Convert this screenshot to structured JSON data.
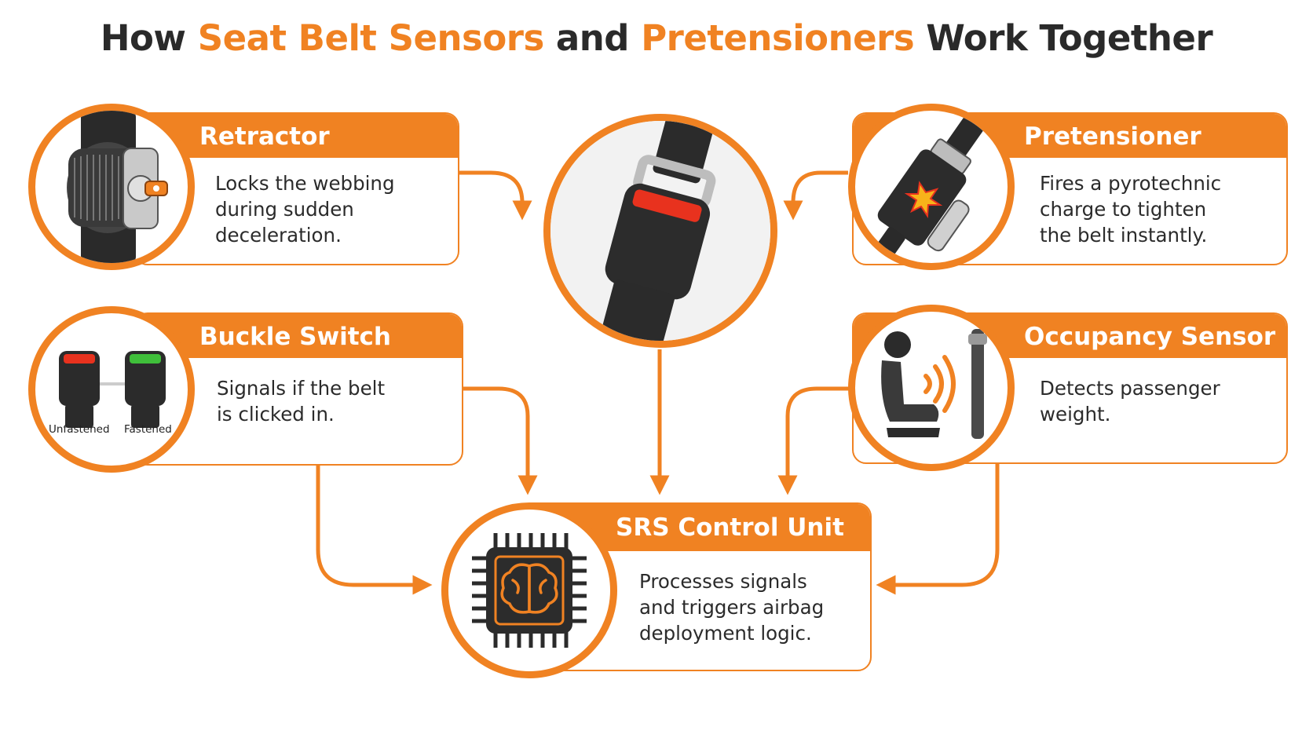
{
  "title": {
    "part1": "How ",
    "accent1": "Seat Belt Sensors",
    "part2": " and ",
    "accent2": "Pretensioners",
    "part3": " Work Together"
  },
  "colors": {
    "accent": "#f08222",
    "text": "#2a2a2a",
    "buckle_red": "#e8321e",
    "buckle_green": "#3fbf3a"
  },
  "nodes": {
    "retractor": {
      "title": "Retractor",
      "body": "Locks the webbing\nduring sudden\ndeceleration.",
      "icon": "retractor-spool-icon"
    },
    "pretensioner": {
      "title": "Pretensioner",
      "body": "Fires a pyrotechnic\ncharge to tighten\nthe belt instantly.",
      "icon": "pyrotechnic-pretensioner-icon"
    },
    "buckle_switch": {
      "title": "Buckle Switch",
      "body": "Signals if the belt\nis clicked in.",
      "icon": "buckle-states-icon",
      "states": [
        "Unfastened",
        "Fastened"
      ]
    },
    "occupancy_sensor": {
      "title": "Occupancy Sensor",
      "body": "Detects passenger\nweight.",
      "icon": "occupant-seat-sensor-icon"
    },
    "center_buckle": {
      "icon": "seat-belt-buckle-icon"
    },
    "srs_control_unit": {
      "title": "SRS Control Unit",
      "body": "Processes signals\nand triggers airbag\ndeployment logic.",
      "icon": "brain-chip-icon"
    }
  },
  "connections": [
    {
      "from": "retractor",
      "to": "center_buckle"
    },
    {
      "from": "pretensioner",
      "to": "center_buckle"
    },
    {
      "from": "center_buckle",
      "to": "srs_control_unit"
    },
    {
      "from": "buckle_switch",
      "to": "srs_control_unit"
    },
    {
      "from": "occupancy_sensor",
      "to": "srs_control_unit"
    }
  ]
}
